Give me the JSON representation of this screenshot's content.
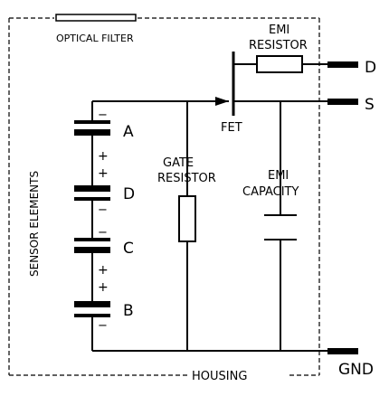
{
  "labels": {
    "optical_filter": "OPTICAL FILTER",
    "emi_resistor_line1": "EMI",
    "emi_resistor_line2": "RESISTOR",
    "fet": "FET",
    "gate_resistor_line1": "GATE",
    "gate_resistor_line2": "RESISTOR",
    "emi_capacity_line1": "EMI",
    "emi_capacity_line2": "CAPACITY",
    "sensor_elements": "SENSOR ELEMENTS",
    "housing": "HOUSING",
    "element_a": "A",
    "element_d": "D",
    "element_c": "C",
    "element_b": "B",
    "pin_d": "D",
    "pin_s": "S",
    "pin_gnd": "GND",
    "minus": "−",
    "plus": "+"
  }
}
